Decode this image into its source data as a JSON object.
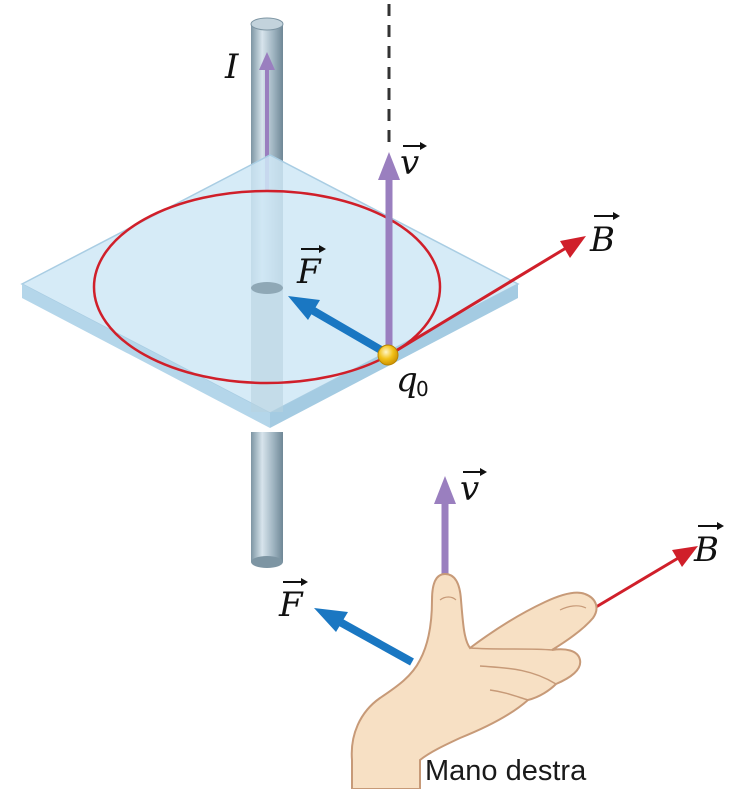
{
  "labels": {
    "current": "I",
    "velocity": "v",
    "field": "B",
    "force": "F",
    "charge": "q",
    "charge_subscript": "0",
    "hand_velocity": "v",
    "hand_field": "B",
    "hand_force": "F",
    "caption": "Mano destra"
  },
  "colors": {
    "velocity_arrow": "#9a7fbf",
    "field_arrow": "#d01f2a",
    "force_arrow": "#1a77c2",
    "circle": "#d01f2a",
    "plane": "#cfe7f6",
    "wire": "#8fa8b6",
    "charge": "#f2c21a",
    "skin": "#f7e0c4"
  },
  "icons": {
    "hand": "right-hand-icon"
  }
}
